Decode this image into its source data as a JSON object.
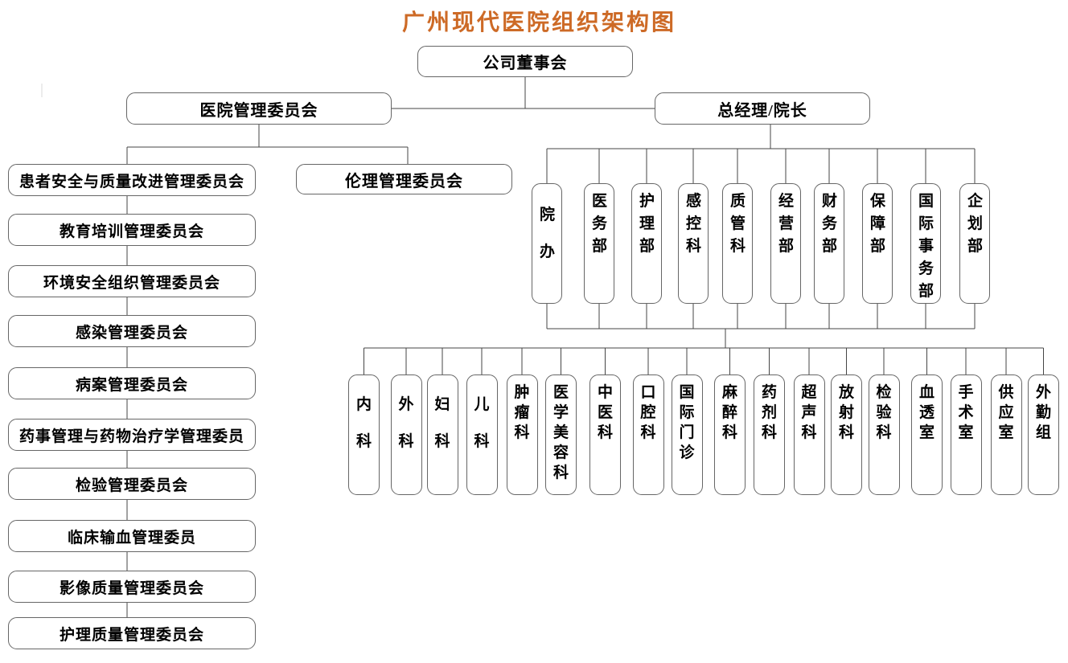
{
  "title": "广州现代医院组织架构图",
  "root": "公司董事会",
  "level2": {
    "left": "医院管理委员会",
    "right": "总经理/院长"
  },
  "ethics": "伦理管理委员会",
  "committees": [
    "患者安全与质量改进管理委员会",
    "教育培训管理委员会",
    "环境安全组织管理委员会",
    "感染管理委员会",
    "病案管理委员会",
    "药事管理与药物治疗学管理委员",
    "检验管理委员会",
    "临床输血管理委员",
    "影像质量管理委员会",
    "护理质量管理委员会"
  ],
  "admin_departments": [
    "院办",
    "医务部",
    "护理部",
    "感控科",
    "质管科",
    "经营部",
    "财务部",
    "保障部",
    "国际事务部",
    "企划部"
  ],
  "clinical_departments": [
    "内科",
    "外科",
    "妇科",
    "儿科",
    "肿瘤科",
    "医学美容科",
    "中医科",
    "口腔科",
    "国际门诊",
    "麻醉科",
    "药剂科",
    "超声科",
    "放射科",
    "检验科",
    "血透室",
    "手术室",
    "供应室",
    "外勤组"
  ],
  "colors": {
    "title": "#cd6a26",
    "border": "#666666",
    "line": "#454545",
    "background": "#ffffff",
    "text": "#000000"
  }
}
